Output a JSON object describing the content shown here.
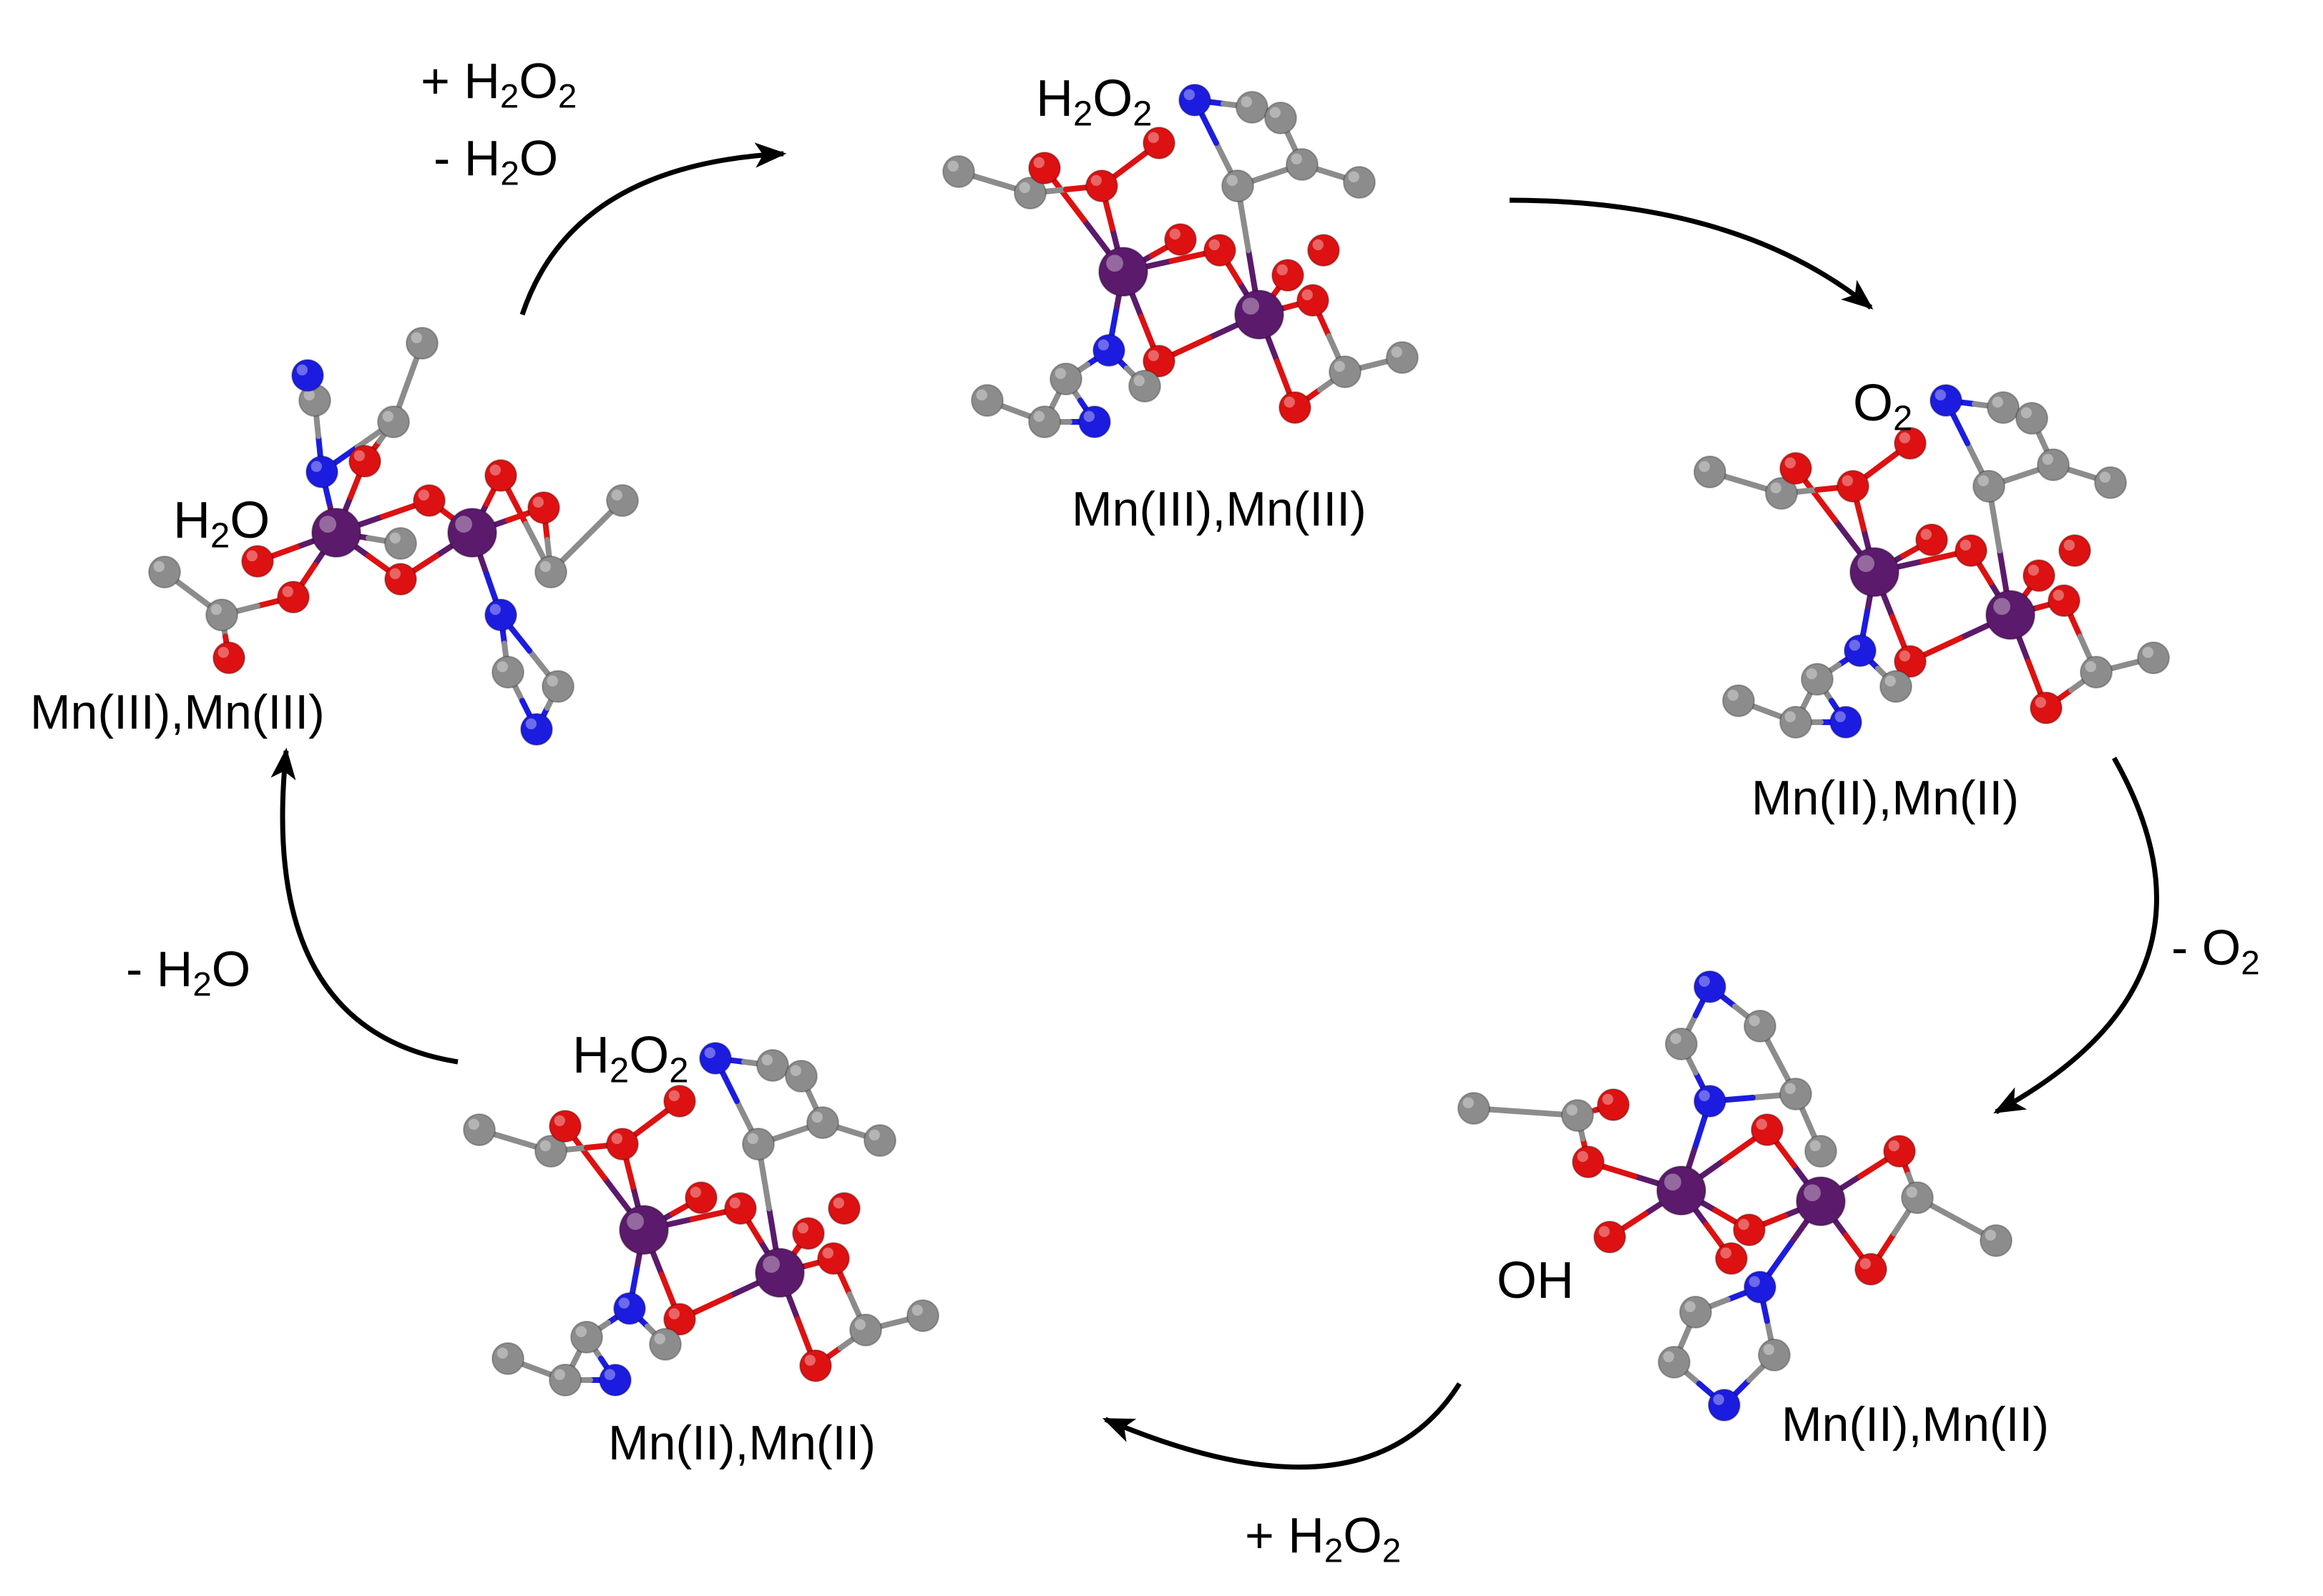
{
  "colors": {
    "manganese": "#5b1a6b",
    "oxygen": "#dd1111",
    "nitrogen": "#1c1ce0",
    "carbon": "#8c8c8c",
    "arrow": "#000000",
    "background": "#ffffff"
  },
  "steps": {
    "top_left": {
      "line1": "+ H",
      "line1_sub": "2",
      "line1_end": "O",
      "line1_sub2": "2",
      "line2": "- H",
      "line2_sub": "2",
      "line2_end": "O"
    },
    "right": {
      "text": "- O",
      "sub": "2"
    },
    "bottom": {
      "text": "+ H",
      "sub": "2",
      "mid": "O",
      "sub2": "2"
    },
    "left": {
      "text": "- H",
      "sub": "2",
      "end": "O"
    }
  },
  "complexes": [
    {
      "id": "c1",
      "ox": "Mn(III),Mn(III)",
      "ligand": "H",
      "ligand_sub": "2",
      "ligand_end": "O"
    },
    {
      "id": "c2",
      "ox": "Mn(III),Mn(III)",
      "ligand": "H",
      "ligand_sub": "2",
      "ligand_end": "O",
      "ligand_sub2": "2"
    },
    {
      "id": "c3",
      "ox": "Mn(II),Mn(II)",
      "ligand": "O",
      "ligand_sub": "2"
    },
    {
      "id": "c4",
      "ox": "Mn(II),Mn(II)",
      "ligand": "OH"
    },
    {
      "id": "c5",
      "ox": "Mn(II),Mn(II)",
      "ligand": "H",
      "ligand_sub": "2",
      "ligand_end": "O",
      "ligand_sub2": "2"
    }
  ]
}
